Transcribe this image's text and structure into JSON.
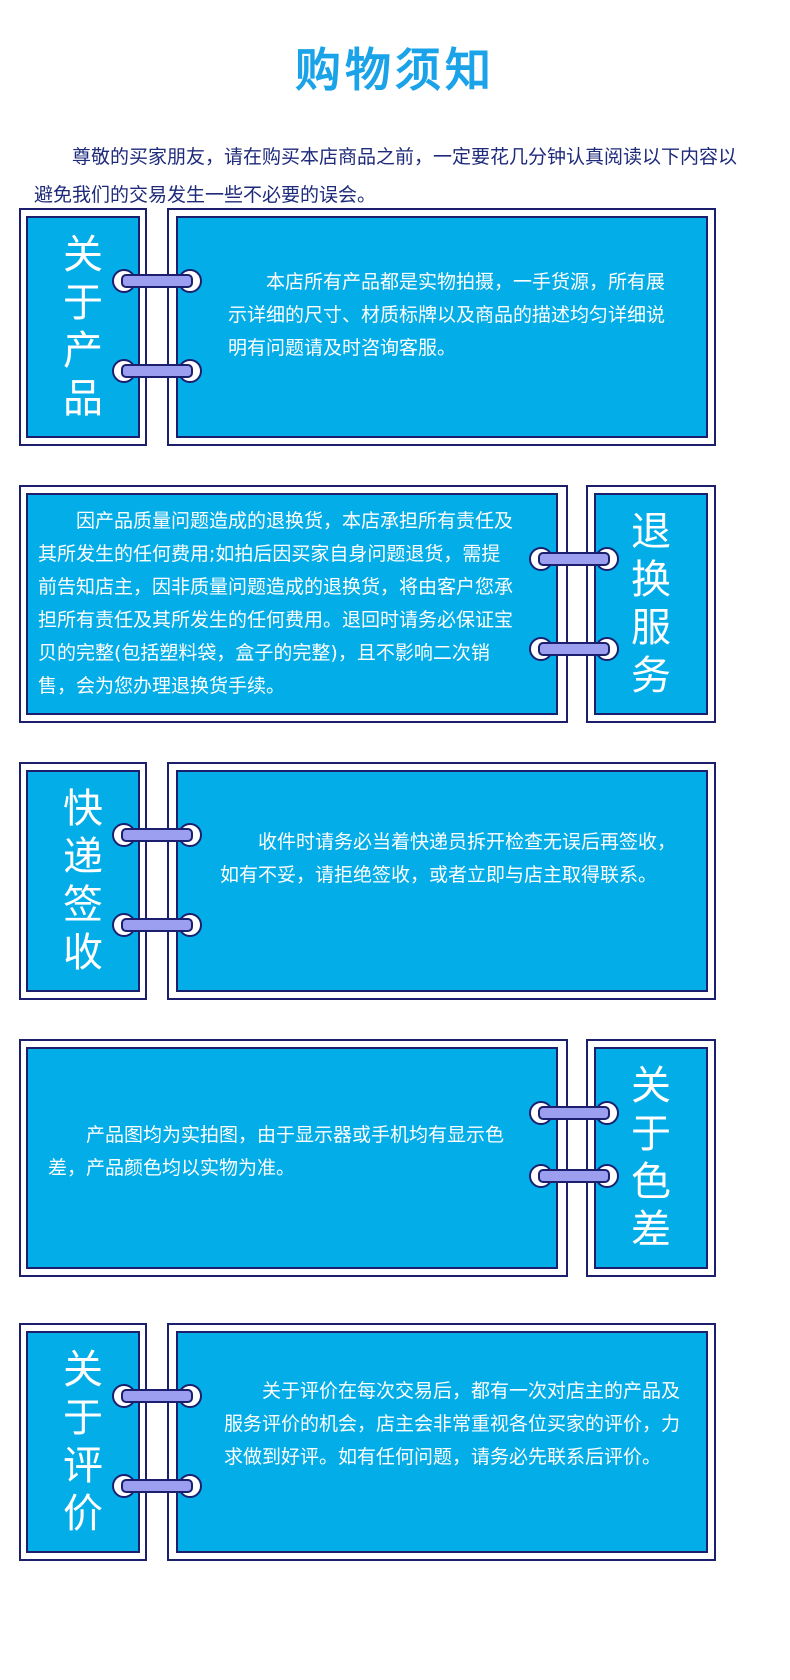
{
  "page_title": "购物须知",
  "intro": "尊敬的买家朋友，请在购买本店商品之前，一定要花几分钟认真阅读以下内容以避免我们的交易发生一些不必要的误会。",
  "sections": [
    {
      "label": [
        "关",
        "于",
        "产",
        "品"
      ],
      "text": "本店所有产品都是实物拍摄，一手货源，所有展示详细的尺寸、材质标牌以及商品的描述均匀详细说明有问题请及时咨询客服。"
    },
    {
      "label": [
        "退",
        "换",
        "服",
        "务"
      ],
      "text": "因产品质量问题造成的退换货，本店承担所有责任及其所发生的任何费用;如拍后因买家自身问题退货，需提前告知店主，因非质量问题造成的退换货，将由客户您承担所有责任及其所发生的任何费用。退回时请务必保证宝贝的完整(包括塑料袋，盒子的完整)，且不影响二次销售，会为您办理退换货手续。"
    },
    {
      "label": [
        "快",
        "递",
        "签",
        "收"
      ],
      "text": "收件时请务必当着快递员拆开检查无误后再签收，如有不妥，请拒绝签收，或者立即与店主取得联系。"
    },
    {
      "label": [
        "关",
        "于",
        "色",
        "差"
      ],
      "text": "产品图均为实拍图，由于显示器或手机均有显示色差，产品颜色均以实物为准。"
    },
    {
      "label": [
        "关",
        "于",
        "评",
        "价"
      ],
      "text": "关于评价在每次交易后，都有一次对店主的产品及服务评价的机会，店主会非常重视各位买家的评价，力求做到好评。如有任何问题，请务必先联系后评价。"
    }
  ],
  "colors": {
    "title": "#1aa3e8",
    "panel": "#02ade8",
    "border": "#1b1f6e",
    "ring": "#9c9ff0"
  }
}
